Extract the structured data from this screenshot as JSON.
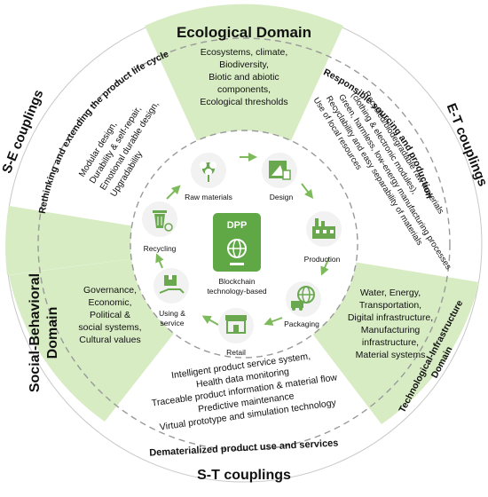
{
  "domains": {
    "ecological": {
      "title": "Ecological Domain",
      "items": [
        "Ecosystems, climate,",
        "Biodiversity,",
        "Biotic and abiotic",
        "components,",
        "Ecological thresholds"
      ]
    },
    "social": {
      "title_line1": "Social-Behavioral",
      "title_line2": "Domain",
      "items": [
        "Governance,",
        "Economic,",
        "Political &",
        "social systems,",
        "Cultural values"
      ]
    },
    "technological": {
      "title_line1": "Technological-Infrastructure",
      "title_line2": "Domain",
      "items": [
        "Water, Energy,",
        "Transportation,",
        "Digital infrastructure,",
        "Manufacturing",
        "infrastructure,",
        "Material systems"
      ]
    }
  },
  "couplings": {
    "se": {
      "title": "S-E couplings",
      "subtitle": "Rethinking and extending the product life cycle",
      "items": [
        "Modular design,",
        "Durability & self-repair,",
        "Emotional durable design,",
        "Upgradability"
      ]
    },
    "et": {
      "title": "E-T couplings",
      "subtitle": "Responsible sourcing and production",
      "items": [
        "Recycled/biodegradable raw materials",
        "(clothing & electronic modules),",
        "Green, harmless, low-energy manufacturing processes",
        "Recyclability and easy separability of materials",
        "Use of local resources"
      ]
    },
    "st": {
      "title": "S-T couplings",
      "subtitle": "Dematerialized product use and services",
      "items": [
        "Intelligent product service system,",
        "Health data monitoring",
        "Traceable product information & material flow",
        "Predictive maintenance",
        "Virtual prototype and simulation technology"
      ]
    }
  },
  "lifecycle": {
    "stages": [
      "Raw materials",
      "Design",
      "Production",
      "Packaging",
      "Retail",
      "Using &",
      "service",
      "Recycling"
    ],
    "center_badge": "DPP",
    "center_label_line1": "Blockchain",
    "center_label_line2": "technology-based"
  },
  "colors": {
    "domain_fill": "#d7ecc3",
    "icon_green": "#6aa84f",
    "icon_circle": "#f2f2f2",
    "center_green": "#5fa845",
    "dash": "#999999",
    "arrow": "#7cba5c"
  }
}
